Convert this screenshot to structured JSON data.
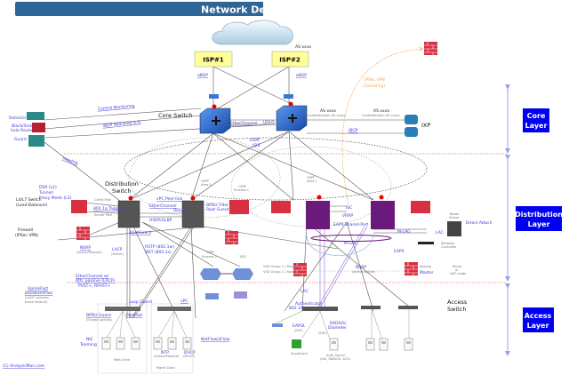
{
  "title": "Network Design Architecture",
  "copyright": "(C) AnalysisMan.com",
  "layers": {
    "core": [
      "Core",
      "Layer"
    ],
    "distribution": [
      "Distribution",
      "Layer"
    ],
    "access": [
      "Access",
      "Layer"
    ]
  },
  "colors": {
    "title_bar": "#2f6496",
    "layer_box": "#0000f0",
    "boundary": "#e03030",
    "isp_box": "#ffff99",
    "vpn": "#f0a050",
    "firewall": "#d83040",
    "extreme_switch": "#6a1a7a"
  },
  "core": {
    "isp1": "ISP#1",
    "isp2": "ISP#2",
    "as_top": "AS xxxx",
    "ebgp1": "eBGP",
    "ebgp2": "eBGP",
    "core_switch": "Core Switch",
    "etherchannel": "EtherChannel",
    "udld": "UDLD",
    "ospf": "OSPF",
    "isis": "ISIS",
    "detector": "Detector",
    "blackhole": [
      "Black/Sink",
      "hole Router"
    ],
    "guard": "Guard",
    "control_monitoring": "Control Monitoring",
    "ibgp_hijacking": "iBGP Hijacking (L3)",
    "interlink": "Interlink",
    "as1": "AS xxxx",
    "confed1": "Confederation AS xyzzz",
    "as2": "AS xxxx",
    "confed2": "Confederation AS xyzzz",
    "ixp": "IXP",
    "ibgp": "iBGP",
    "ipsec_vpn": "IPSec VPN",
    "tunneling": "(Tunneling)"
  },
  "distribution": {
    "dist_switch": [
      "Distribution",
      "Switch"
    ],
    "dsr": [
      "DSR (L2)",
      "Tunnel/",
      "Proxy Mode (L3)"
    ],
    "l47": [
      "L4/L7 Switch",
      "(Load Balancer)"
    ],
    "firewall": [
      "Firewall",
      "(IPSec VPN)"
    ],
    "client_port": "Client Port",
    "dot1q": "802.1q Tagging",
    "server_port": "Server Port",
    "vpc_peer": "vPC Peer-link",
    "etherchannel": "EtherChannel",
    "udld": "UDLD",
    "hsrp": "HSRP/GLBP",
    "bpdu_filter": [
      "BPDU Filter",
      "Root Guard"
    ],
    "rootguard": "RootGuard",
    "nsrp": "NSRP",
    "nsrp_mode": "(Active/Passive)",
    "lacp": "LACP",
    "lacp_mode": "(Active)",
    "rstp": "RSTP (802.1w)",
    "mst": "MST (802.1s)",
    "ospf_area0": [
      "OSPF",
      "Area 0"
    ],
    "ospf_area1": [
      "OSPF",
      "Area 1"
    ],
    "ospf_proc1": [
      "OSPF",
      "Process 1"
    ],
    "ospf_proc2": [
      "OSPF",
      "Process 1"
    ],
    "isis": "ISIS",
    "isc": "ISC",
    "vrrp": "VRRP",
    "eaps_shared": "EAPS Shared-Port",
    "mlag": "M-LAG",
    "mlag2": "M-LAG",
    "lac": "LAC",
    "eaps": "EAPS",
    "blade": [
      "Blade",
      "Server"
    ],
    "direct_attach": "Direct Attach",
    "wireless": [
      "Wireless",
      "Controller"
    ],
    "vsd1": "VSD Group 1 | Master",
    "vsd2": "VSD Group 2 | Backup",
    "backup": "Backup",
    "master": "Master",
    "nsrp2": "NSRP",
    "nsrp2_mode": "(Active/Active)",
    "route_nat": [
      "Route",
      "or",
      "NAT mode"
    ]
  },
  "access": {
    "etherchannel_note": [
      "EtherChannel w/",
      "Attr. passive (LACP)",
      "PVST+, RPVST+"
    ],
    "uplinkfast": [
      "UplinkFast",
      "BackboneFast",
      "(LACP contains",
      "these feature)"
    ],
    "loop_guard": "Loop Guard",
    "bpdu_guard": "BPDU Guard",
    "except_uplinks": "(Except uplinks)",
    "portfast": "PortFast",
    "nic_teaming": [
      "NIC",
      "Teaming"
    ],
    "vpc": "vPC",
    "web_zone": "Web Zone",
    "mgmt_zone": "Mgmt Zone",
    "ntp": "NTP",
    "ntp_mode": "(Active/Passive)",
    "dhcp": "DHCP",
    "dhcp_mode": "(DHCP)",
    "netflow": "NetFlow/sFlow",
    "access_switch": [
      "Access",
      "Switch"
    ],
    "lac": "LAC",
    "dot1x": "802.1X",
    "authenticator": "Authenticator",
    "eapol": "EAPOL",
    "eap1": "(EAP)",
    "radius": [
      "RADIUS/",
      "Diameter"
    ],
    "eap2": "(EAP)",
    "supplicant": "Supplicant",
    "auth_server": [
      "Auth Server",
      "(IAS, RADIUS, ACS)"
    ]
  }
}
